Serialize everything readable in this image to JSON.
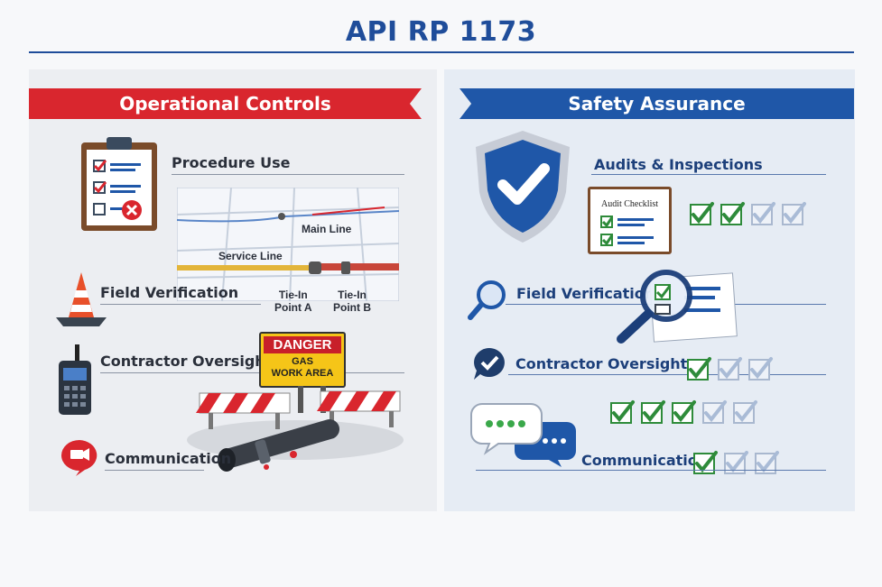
{
  "title": "API RP 1173",
  "colors": {
    "title_blue": "#1f4d9a",
    "banner_red": "#d9262e",
    "banner_blue": "#1f57a8",
    "check_green": "#2e8b3a"
  },
  "operational_controls": {
    "heading": "Operational Controls",
    "items": {
      "procedure_use": "Procedure Use",
      "field_verification": "Field Verification",
      "contractor_oversight": "Contractor Oversight",
      "communication": "Communication"
    },
    "map": {
      "main_line": "Main Line",
      "service_line": "Service Line",
      "tie_in_a": "Tie-In\nPoint A",
      "tie_in_b": "Tie-In\nPoint B"
    },
    "sign": {
      "head": "DANGER",
      "line1": "GAS",
      "line2": "WORK AREA"
    }
  },
  "safety_assurance": {
    "heading": "Safety Assurance",
    "items": {
      "audits": "Audits & Inspections",
      "field_verification": "Field Verification",
      "contractor_oversight": "Contractor Oversight",
      "communication": "Communication"
    },
    "audit_card_title": "Audit Checklist",
    "checkmarks": {
      "audits": {
        "filled": 2,
        "total": 4
      },
      "contractor_oversight": {
        "filled": 1,
        "total": 3
      },
      "communication_row1": {
        "filled": 3,
        "total": 5
      },
      "communication_row2": {
        "filled": 1,
        "total": 3
      }
    }
  }
}
